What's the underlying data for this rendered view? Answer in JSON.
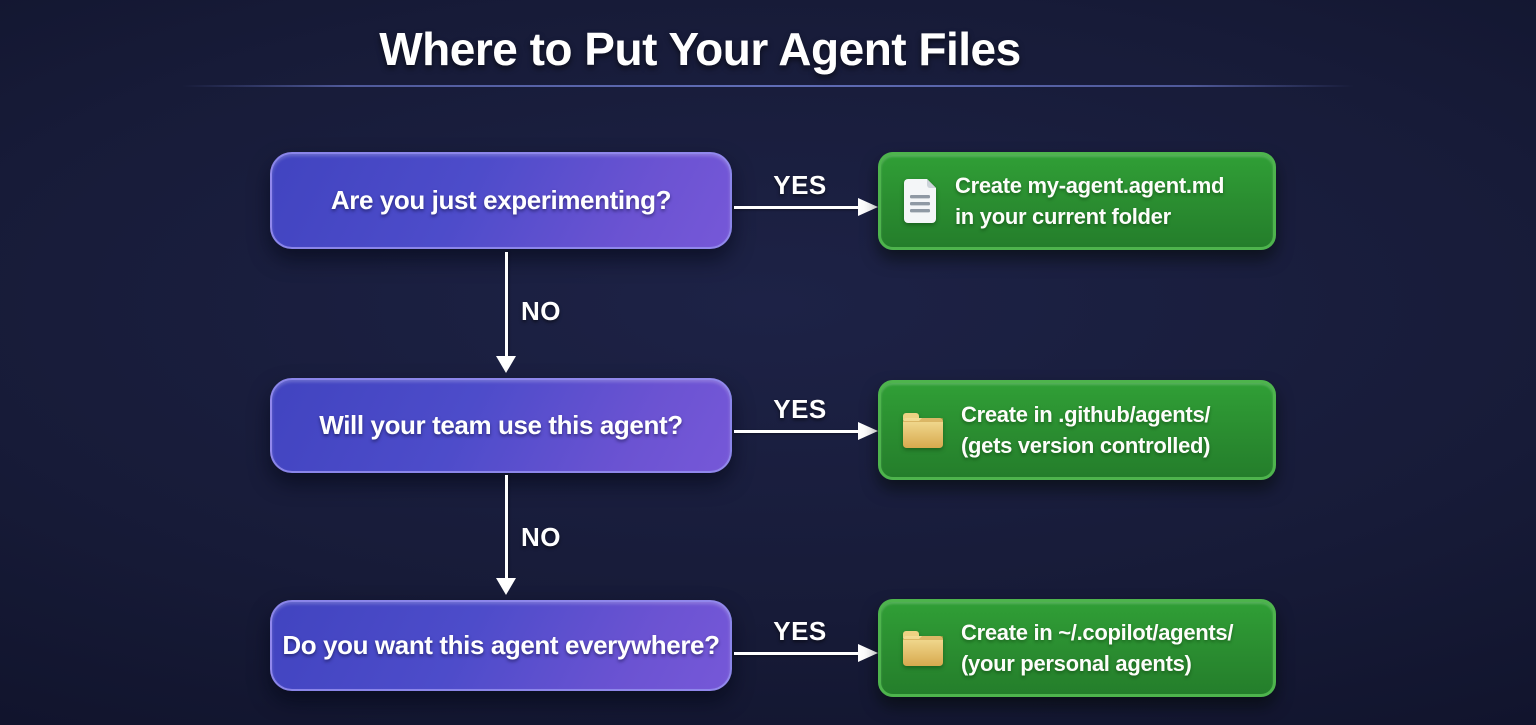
{
  "title": "Where to Put Your Agent Files",
  "rows": [
    {
      "question": "Are you just experimenting?",
      "yes_label": "YES",
      "no_label": "NO",
      "icon": "document-icon",
      "result_line1": "Create my-agent.agent.md",
      "result_line2": "in your current folder"
    },
    {
      "question": "Will your team use this agent?",
      "yes_label": "YES",
      "no_label": "NO",
      "icon": "folder-icon",
      "result_line1": "Create in .github/agents/",
      "result_line2": "(gets version controlled)"
    },
    {
      "question": "Do you want this agent everywhere?",
      "yes_label": "YES",
      "icon": "folder-icon",
      "result_line1": "Create in ~/.copilot/agents/",
      "result_line2": "(your personal agents)"
    }
  ],
  "colors": {
    "background_center": "#1d2246",
    "background_edge": "#0c0f24",
    "question_box_gradient_start": "#4144c0",
    "question_box_gradient_end": "#7658d8",
    "question_box_border": "#9690f0",
    "result_box_gradient_start": "#309f36",
    "result_box_gradient_end": "#247e2b",
    "result_box_border": "#4eb44d",
    "folder_icon_fill": "#e8c469",
    "document_icon_fill": "#f4f6f8",
    "arrow": "#ffffff",
    "divider": "#6876c4",
    "text": "#ffffff"
  }
}
